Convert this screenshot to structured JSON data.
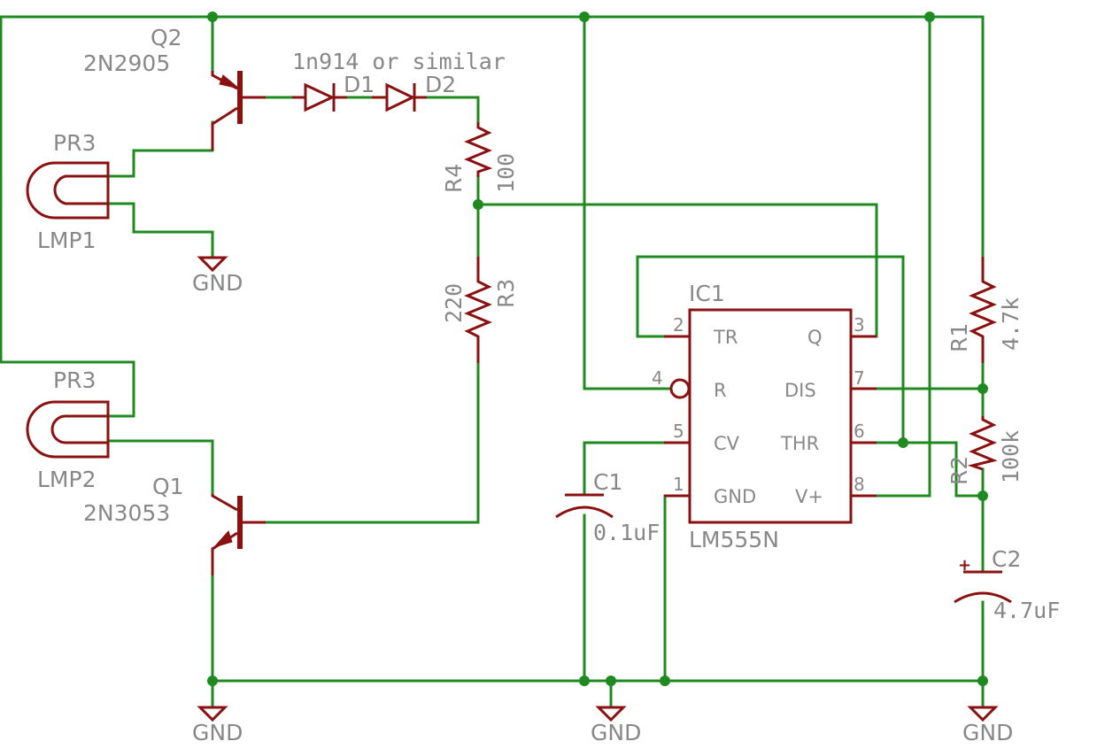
{
  "components": {
    "q2": {
      "ref": "Q2",
      "value": "2N2905"
    },
    "q1": {
      "ref": "Q1",
      "value": "2N3053"
    },
    "lmp1": {
      "top": "PR3",
      "ref": "LMP1"
    },
    "lmp2": {
      "top": "PR3",
      "ref": "LMP2"
    },
    "diodes": {
      "note": "1n914 or similar",
      "d1": "D1",
      "d2": "D2"
    },
    "r4": {
      "ref": "R4",
      "value": "100"
    },
    "r3": {
      "ref": "R3",
      "value": "220"
    },
    "r1": {
      "ref": "R1",
      "value": "4.7k"
    },
    "r2": {
      "ref": "R2",
      "value": "100k"
    },
    "c1": {
      "ref": "C1",
      "value": "0.1uF"
    },
    "c2": {
      "ref": "C2",
      "value": "4.7uF",
      "polarity": "+"
    },
    "ic1": {
      "ref": "IC1",
      "value": "LM555N",
      "pins": {
        "tr": {
          "num": "2",
          "name": "TR"
        },
        "r": {
          "num": "4",
          "name": "R"
        },
        "cv": {
          "num": "5",
          "name": "CV"
        },
        "gnd": {
          "num": "1",
          "name": "GND"
        },
        "q": {
          "num": "3",
          "name": "Q"
        },
        "dis": {
          "num": "7",
          "name": "DIS"
        },
        "thr": {
          "num": "6",
          "name": "THR"
        },
        "vplus": {
          "num": "8",
          "name": "V+"
        }
      }
    }
  },
  "ground_labels": {
    "lmp1": "GND",
    "left": "GND",
    "middle": "GND",
    "right": "GND"
  },
  "colors": {
    "wire": "#1f8a1f",
    "part": "#8b1010",
    "text": "#888888",
    "background": "#ffffff"
  }
}
